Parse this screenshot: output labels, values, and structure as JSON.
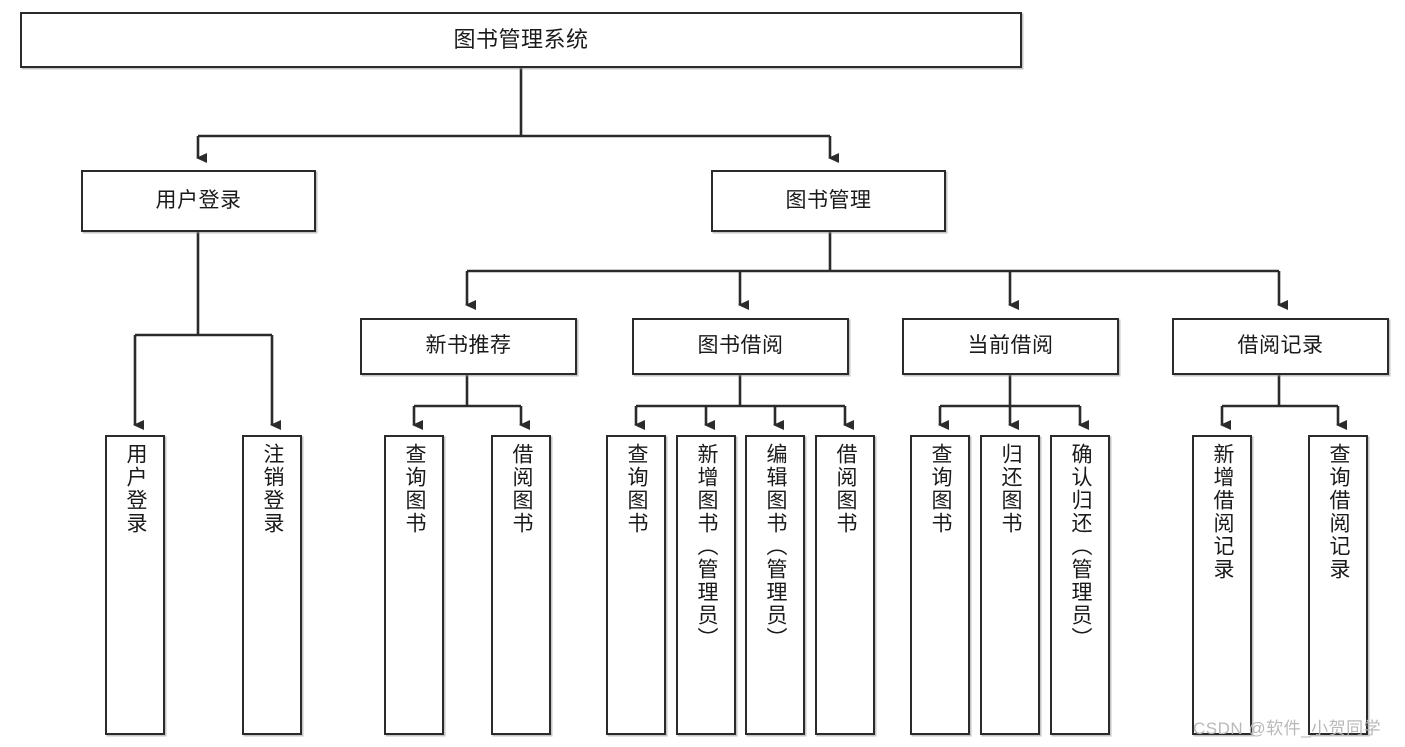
{
  "diagram": {
    "title_text": "图书管理系统",
    "type": "tree-hierarchy-diagram",
    "colors": {
      "box_border": "#2b2b2b",
      "box_fill": "#ffffff",
      "line": "#2b2b2b",
      "background": "#ffffff",
      "watermark": "#b9b9b9"
    },
    "root": {
      "id": "root",
      "label": "图书管理系统"
    },
    "level2": [
      {
        "id": "user-login",
        "label": "用户登录"
      },
      {
        "id": "book-management",
        "label": "图书管理"
      }
    ],
    "level3": [
      {
        "id": "new-book-recommend",
        "label": "新书推荐"
      },
      {
        "id": "book-borrow",
        "label": "图书借阅"
      },
      {
        "id": "current-borrow",
        "label": "当前借阅"
      },
      {
        "id": "borrow-record",
        "label": "借阅记录"
      }
    ],
    "leaves": {
      "user_login": [
        {
          "id": "leaf-user-login",
          "label": "用户登录"
        },
        {
          "id": "leaf-logout-login",
          "label": "注销登录"
        }
      ],
      "new_book_recommend": [
        {
          "id": "leaf-query-book-1",
          "label": "查询图书"
        },
        {
          "id": "leaf-borrow-book-1",
          "label": "借阅图书"
        }
      ],
      "book_borrow": [
        {
          "id": "leaf-query-book-2",
          "label": "查询图书"
        },
        {
          "id": "leaf-add-book",
          "label": "新增图书（管理员）"
        },
        {
          "id": "leaf-edit-book",
          "label": "编辑图书（管理员）"
        },
        {
          "id": "leaf-borrow-book-2",
          "label": "借阅图书"
        }
      ],
      "current_borrow": [
        {
          "id": "leaf-query-book-3",
          "label": "查询图书"
        },
        {
          "id": "leaf-return-book",
          "label": "归还图书"
        },
        {
          "id": "leaf-confirm-return",
          "label": "确认归还（管理员）"
        }
      ],
      "borrow_record": [
        {
          "id": "leaf-add-record",
          "label": "新增借阅记录"
        },
        {
          "id": "leaf-query-record",
          "label": "查询借阅记录"
        }
      ]
    }
  },
  "watermark": {
    "text": "CSDN @软件_小贺同学"
  }
}
